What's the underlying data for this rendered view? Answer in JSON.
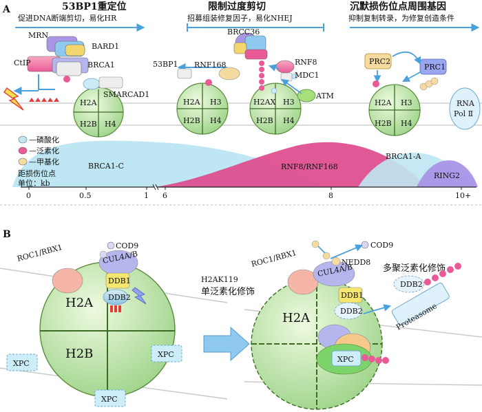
{
  "panel_a": {
    "letter": "A",
    "headers": [
      {
        "title": "53BP1重定位",
        "subtitle": "促进DNA断端剪切，易化HR"
      },
      {
        "title": "限制过度剪切",
        "subtitle": "招募组装修复因子，易化NHEJ"
      },
      {
        "title": "沉默损伤位点周围基因",
        "subtitle": "抑制复制转录，为修复创造条件"
      }
    ],
    "proteins": {
      "mrn": "MRN",
      "bard1": "BARD1",
      "ctip": "CtIP",
      "brca1": "BRCA1",
      "smarcad1": "SMARCAD1",
      "bp53": "53BP1",
      "rnf168": "RNF168",
      "brcc36": "BRCC36",
      "rnf8": "RNF8",
      "mdc1": "MDC1",
      "atm": "ATM",
      "prc2": "PRC2",
      "prc1": "PRC1",
      "rnapol_line1": "RNA",
      "rnapol_line2": "Pol Ⅱ"
    },
    "histones": {
      "n1": [
        "H2A",
        "H2B",
        "H4"
      ],
      "n2": [
        "H2A",
        "H3",
        "H2B",
        "H4"
      ],
      "n3": [
        "H2AX",
        "H3",
        "H2B",
        "H4"
      ],
      "n4": [
        "H2A",
        "H3",
        "H2B",
        "H4"
      ]
    },
    "legend": [
      {
        "label": "—磷酸化",
        "color": "#bfe7f3"
      },
      {
        "label": "—泛素化",
        "color": "#e95a96"
      },
      {
        "label": "—甲基化",
        "color": "#f6dba0"
      }
    ],
    "distance_label_1": "距损伤位点",
    "distance_label_2": "单位：kb",
    "regions": [
      "BRCA1-C",
      "RNF8/RNF168",
      "BRCA1-A",
      "RING2"
    ],
    "axis_ticks": [
      "0",
      "0.5",
      "1",
      "6",
      "8",
      "10+"
    ]
  },
  "panel_b": {
    "letter": "B",
    "left": {
      "roc1": "ROC1/RBX1",
      "cod9": "COD9",
      "cul4": "CUL4A/B",
      "ddb1": "DDB1",
      "ddb2": "DDB2",
      "h2a": "H2A",
      "h2b": "H2B",
      "xpc": "XPC"
    },
    "middle": {
      "h2ak119": "H2AK119",
      "mono": "单泛素化修饰"
    },
    "right": {
      "roc1": "ROC1/RBX1",
      "nedd8": "NEDD8",
      "cod9": "COD9",
      "cul4": "CUL4A/B",
      "ddb1": "DDB1",
      "ddb2": "DDB2",
      "h2a": "H2A",
      "xpc": "XPC",
      "poly": "多聚泛素化修饰",
      "proteasome": "Proteasome"
    }
  }
}
